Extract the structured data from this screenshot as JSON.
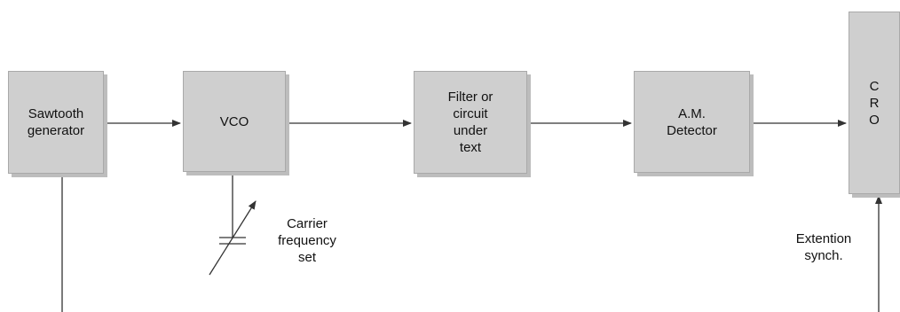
{
  "blocks": {
    "sawtooth": "Sawtooth\ngenerator",
    "vco": "VCO",
    "filter": "Filter or\ncircuit\nunder\ntext",
    "detector": "A.M.\nDetector",
    "cro": "C\nR\nO"
  },
  "labels": {
    "carrier": "Carrier\nfrequency\nset",
    "extention": "Extention\nsynch."
  },
  "colors": {
    "block_fill": "#cfcfcf",
    "block_border": "#a9a9a9",
    "line": "#333333"
  }
}
